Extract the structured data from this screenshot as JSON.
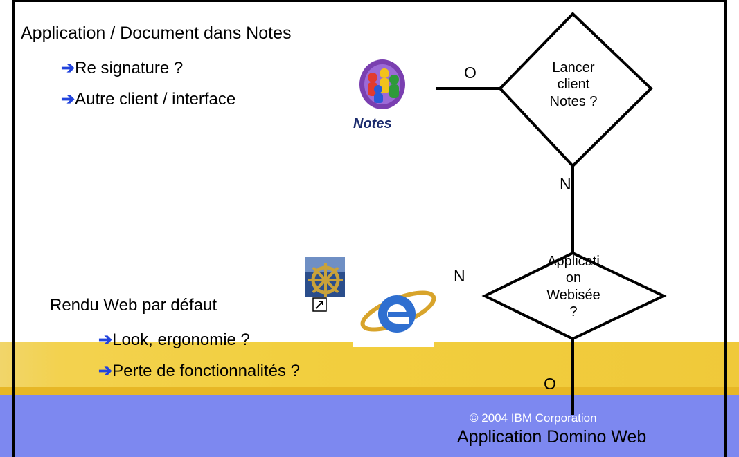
{
  "left_top": {
    "heading": "Application / Document dans Notes",
    "bullets": [
      "Re signature ?",
      "Autre client / interface"
    ]
  },
  "left_bottom": {
    "heading": "Rendu Web par défaut",
    "bullets": [
      "Look, ergonomie ?",
      "Perte de fonctionnalités ?"
    ]
  },
  "notes_logo_text": "Notes",
  "decision1": {
    "lines": [
      "Lancer",
      "client",
      "Notes ?"
    ],
    "yes_label": "O",
    "no_label": "N"
  },
  "decision2": {
    "lines": [
      "Applicati",
      "on",
      "Webisée",
      "?"
    ],
    "yes_label": "O",
    "no_label": "N"
  },
  "footer": {
    "copyright": "© 2004 IBM Corporation",
    "title": "Application Domino Web"
  },
  "icons": [
    "notes-people-icon",
    "netscape-wheel-icon",
    "shortcut-arrow-icon",
    "internet-explorer-icon"
  ],
  "colors": {
    "bullet_arrow": "#2244dd",
    "yellow_band": "#f2cf3f",
    "blue_band": "#7d88f0"
  }
}
